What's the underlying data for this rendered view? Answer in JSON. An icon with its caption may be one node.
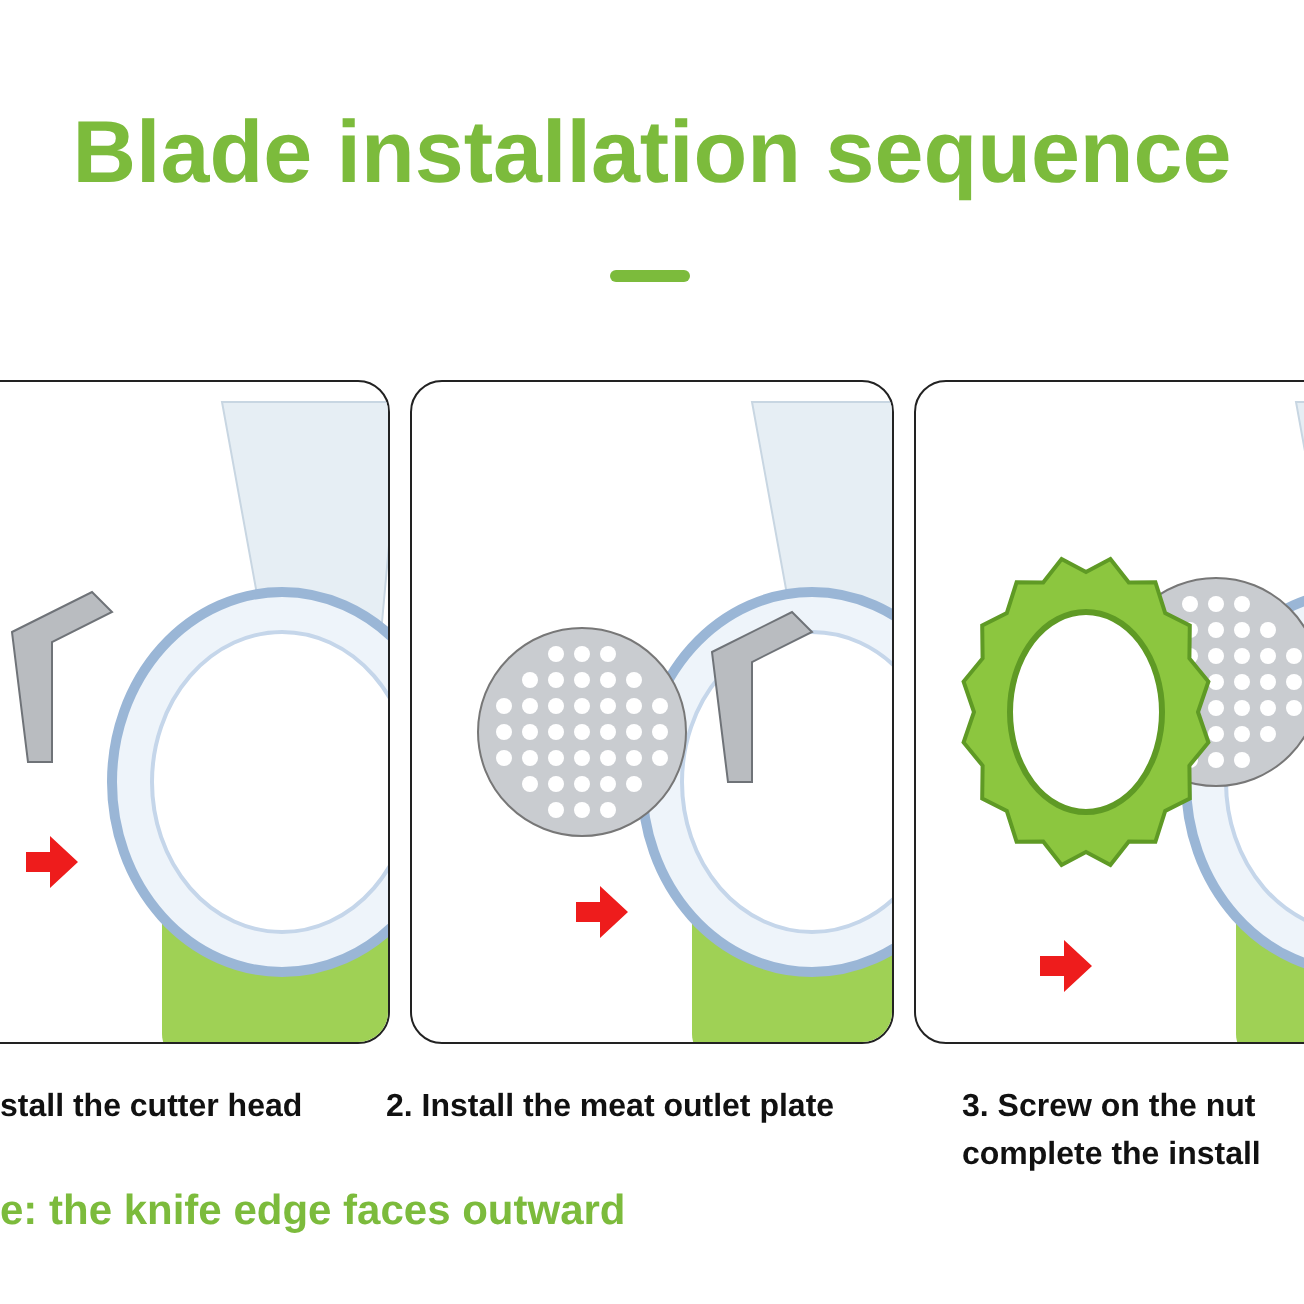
{
  "diagram": {
    "title": "Blade installation sequence",
    "nodes": [
      {
        "text": [],
        "shape": "picture",
        "beside": [
          "stall the cutter head"
        ]
      },
      {
        "text": [],
        "shape": "picture",
        "beside": [
          "2. Install the meat outlet plate"
        ]
      },
      {
        "text": [],
        "shape": "picture",
        "beside": [
          "3. Screw on the nut complete the install"
        ]
      }
    ],
    "labels": [
      "e: the knife edge faces outward"
    ]
  }
}
